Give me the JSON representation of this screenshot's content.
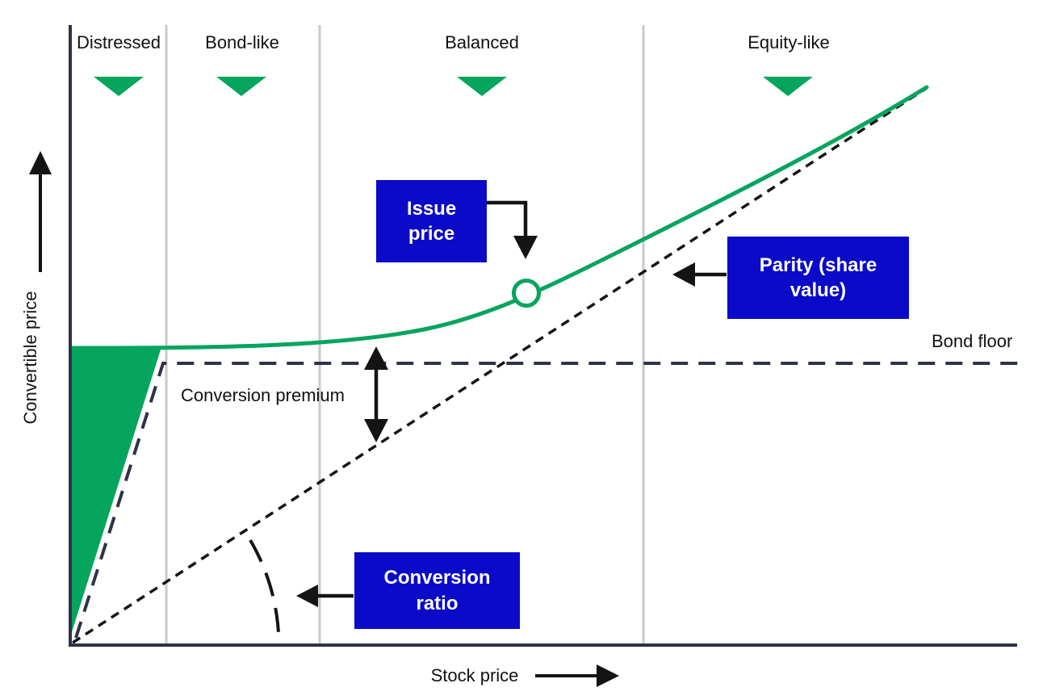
{
  "colors": {
    "green": "#05a55d",
    "blue": "#0a0ac8",
    "dark": "#2e3346",
    "black": "#141414",
    "divider": "#c9c9ce",
    "white": "#ffffff"
  },
  "axes": {
    "x_label": "Stock price",
    "y_label": "Convertible price"
  },
  "regions": [
    {
      "label": "Distressed"
    },
    {
      "label": "Bond-like"
    },
    {
      "label": "Balanced"
    },
    {
      "label": "Equity-like"
    }
  ],
  "labels": {
    "bond_floor": "Bond floor",
    "conversion_premium": "Conversion premium"
  },
  "boxes": {
    "issue_price": "Issue price",
    "parity": "Parity (share value)",
    "conversion_ratio": "Conversion ratio"
  },
  "chart_data": {
    "type": "line",
    "title": "",
    "xlabel": "Stock price",
    "ylabel": "Convertible price",
    "axis_tick_values_shown": false,
    "x_range_relative": [
      0,
      100
    ],
    "y_range_relative": [
      0,
      100
    ],
    "grid": false,
    "legend": "none",
    "regions": [
      {
        "label": "Distressed",
        "x_start": 0,
        "x_end": 10
      },
      {
        "label": "Bond-like",
        "x_start": 10,
        "x_end": 26
      },
      {
        "label": "Balanced",
        "x_start": 26,
        "x_end": 61
      },
      {
        "label": "Equity-like",
        "x_start": 61,
        "x_end": 100
      }
    ],
    "series": [
      {
        "name": "Convertible price",
        "style": "solid",
        "color": "#05a55d",
        "x": [
          0,
          10,
          20,
          27,
          35,
          42,
          48,
          57,
          65,
          74,
          82,
          90
        ],
        "y": [
          48,
          48,
          48,
          48.2,
          50,
          53,
          57,
          62,
          68,
          75,
          82,
          90
        ]
      },
      {
        "name": "Parity (share value)",
        "style": "dotted",
        "color": "#141414",
        "x": [
          0,
          90
        ],
        "y": [
          0,
          90
        ]
      },
      {
        "name": "Bond floor",
        "style": "long-dash",
        "color": "#2e3346",
        "x": [
          1,
          10,
          100
        ],
        "y": [
          1,
          45.5,
          45.5
        ]
      }
    ],
    "filled_area": {
      "name": "Distressed value loss wedge",
      "color": "#05a55d",
      "vertices_x": [
        0,
        9.6,
        0
      ],
      "vertices_y": [
        48,
        48,
        1.7
      ]
    },
    "markers": [
      {
        "name": "Issue price",
        "x": 48,
        "y": 57,
        "shape": "open-circle"
      }
    ],
    "annotations": [
      "Issue price",
      "Parity (share value)",
      "Conversion ratio",
      "Conversion premium",
      "Bond floor"
    ]
  }
}
